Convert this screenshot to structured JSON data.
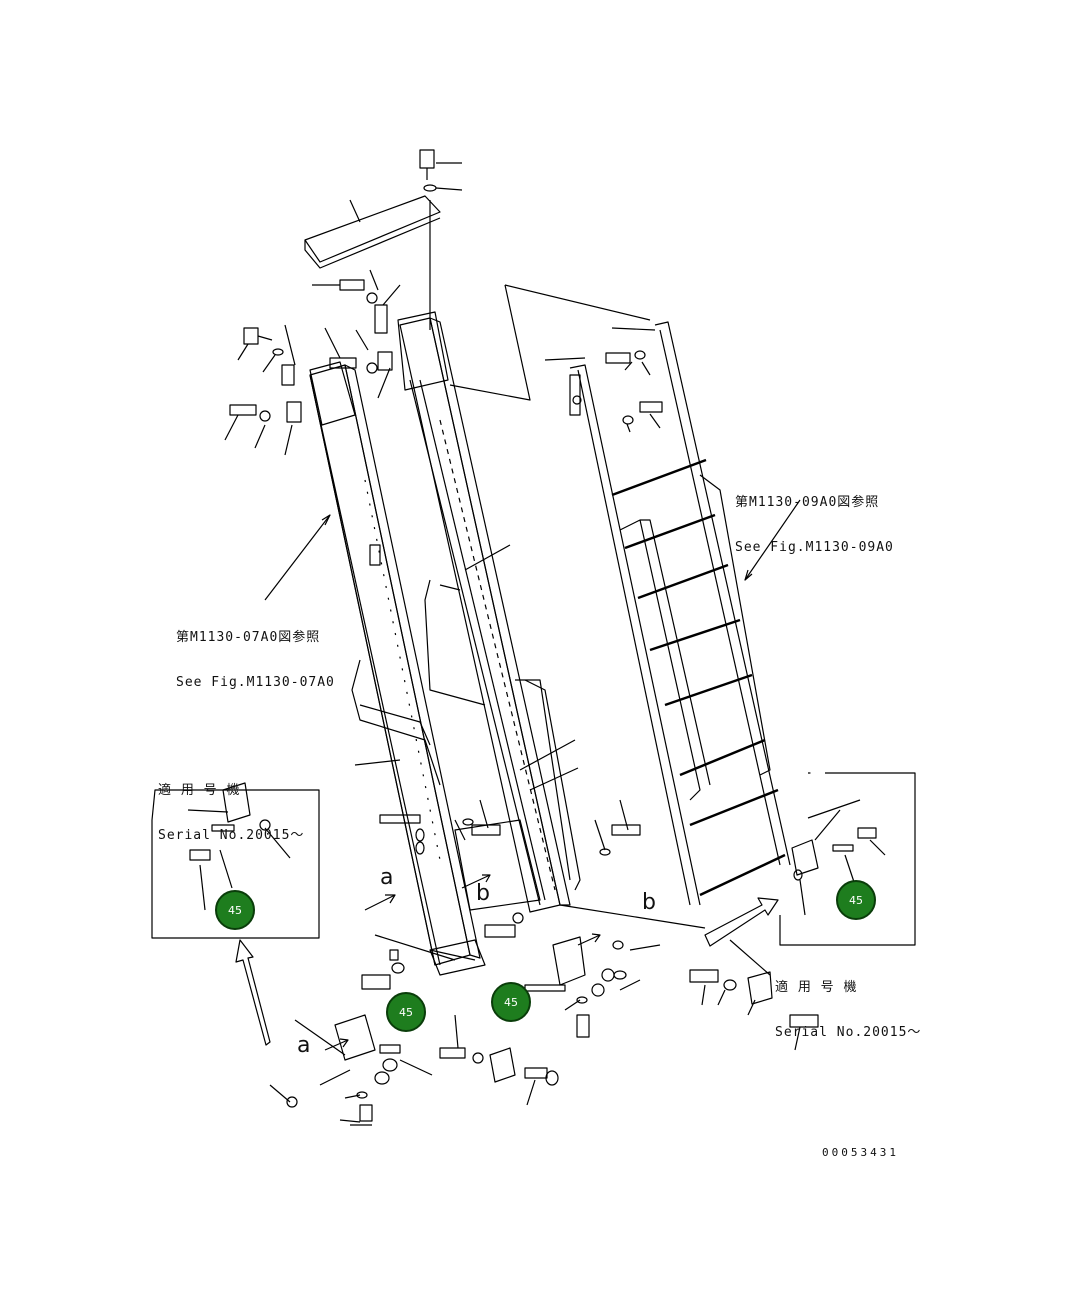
{
  "refs": {
    "fig07": {
      "line1": "第M1130-07A0図参照",
      "line2": "See Fig.M1130-07A0"
    },
    "fig09": {
      "line1": "第M1130-09A0図参照",
      "line2": "See Fig.M1130-09A0"
    }
  },
  "serial_left": {
    "line1": "適 用 号 機",
    "line2": "Serial No.20015～"
  },
  "serial_right": {
    "line1": "適 用 号 機",
    "line2": "Serial No.20015～"
  },
  "view_markers": {
    "a_upper": "a",
    "a_lower": "a",
    "b_left": "b",
    "b_right": "b"
  },
  "callouts": [
    "45",
    "45",
    "45",
    "45"
  ],
  "drawing_number": "00053431",
  "colors": {
    "callout_fill": "#1e7d1e",
    "line": "#000000"
  }
}
